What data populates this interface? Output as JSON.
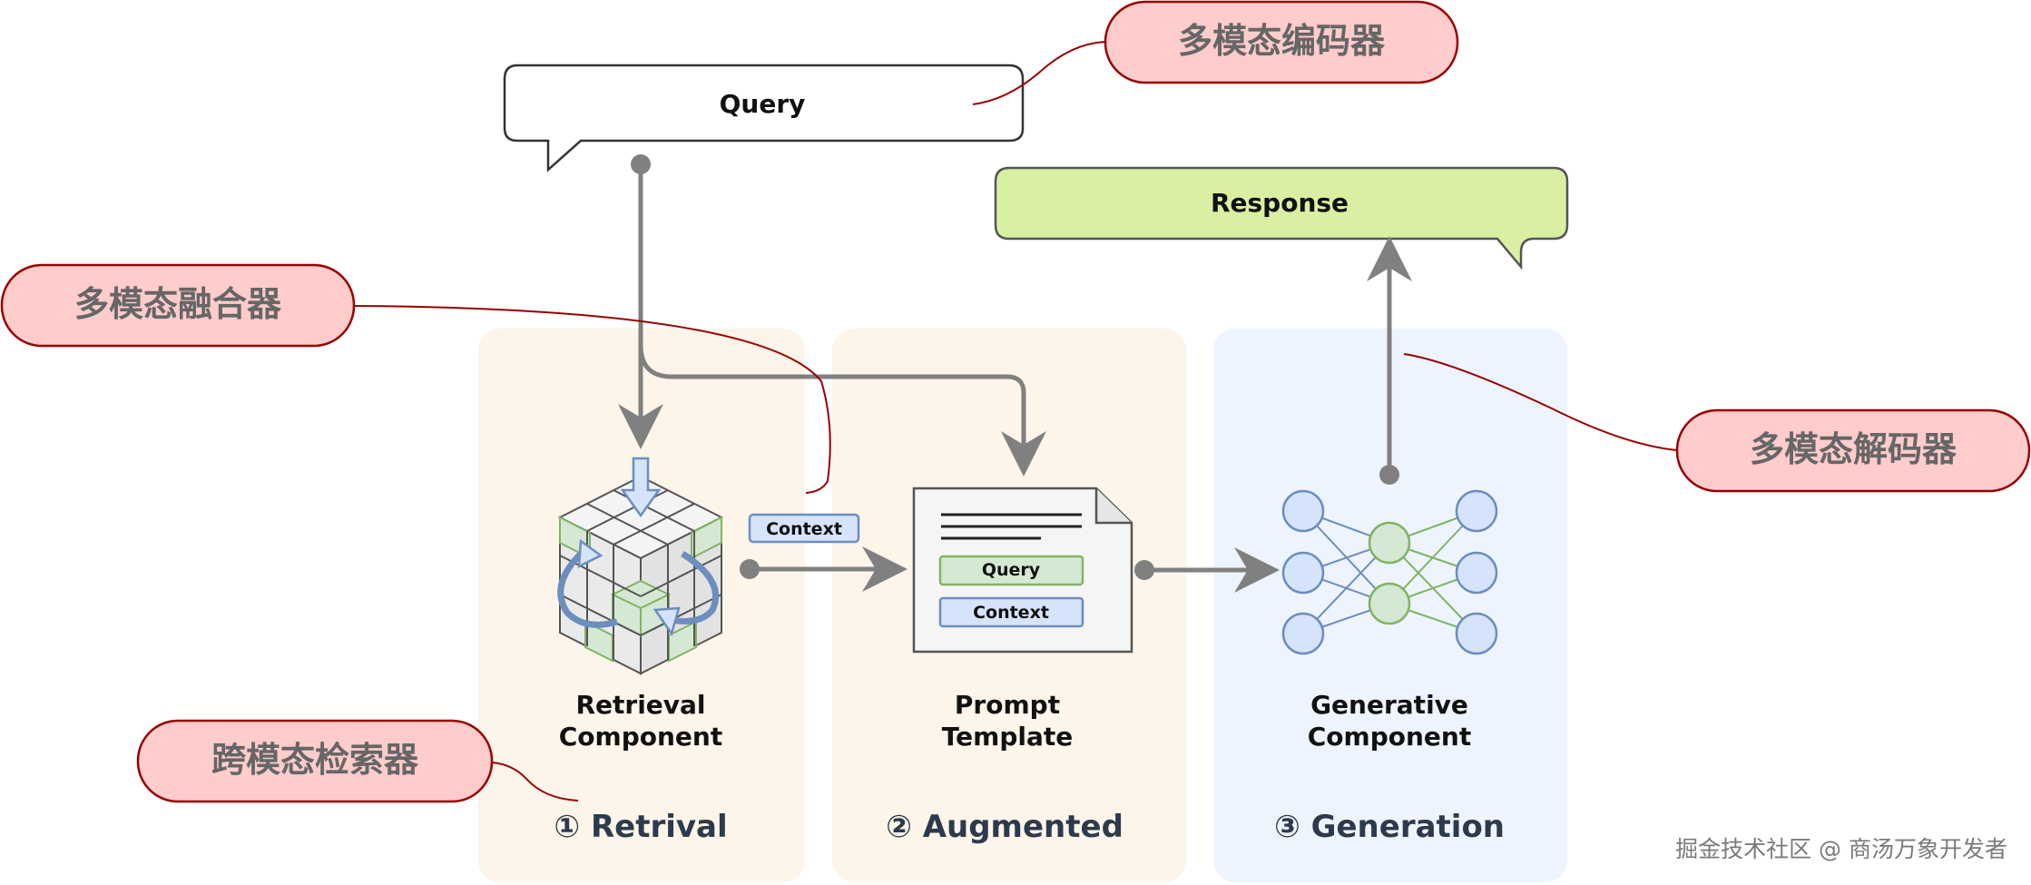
{
  "diagram": {
    "query_bubble": "Query",
    "response_bubble": "Response",
    "context_tag": "Context",
    "template": {
      "query_label": "Query",
      "context_label": "Context"
    },
    "components": {
      "retrieval": {
        "line1": "Retrieval",
        "line2": "Component"
      },
      "prompt": {
        "line1": "Prompt",
        "line2": "Template"
      },
      "generative": {
        "line1": "Generative",
        "line2": "Component"
      }
    },
    "stages": {
      "retrieval": "① Retrival",
      "augmented": "② Augmented",
      "generation": "③ Generation"
    },
    "callouts": {
      "encoder": "多模态编码器",
      "fuser": "多模态融合器",
      "decoder": "多模态解码器",
      "retriever": "跨模态检索器"
    },
    "watermark": "掘金技术社区 @ 商汤万象开发者"
  },
  "colors": {
    "panel_warm": "#fdf4ea",
    "panel_cool": "#eef4fd",
    "callout_fill": "#ffcccc",
    "callout_stroke": "#990000",
    "response_fill": "#d9f0a3",
    "arrow_gray": "#808080",
    "node_blue": "#d6e4fb",
    "node_green": "#d5e8d4"
  }
}
